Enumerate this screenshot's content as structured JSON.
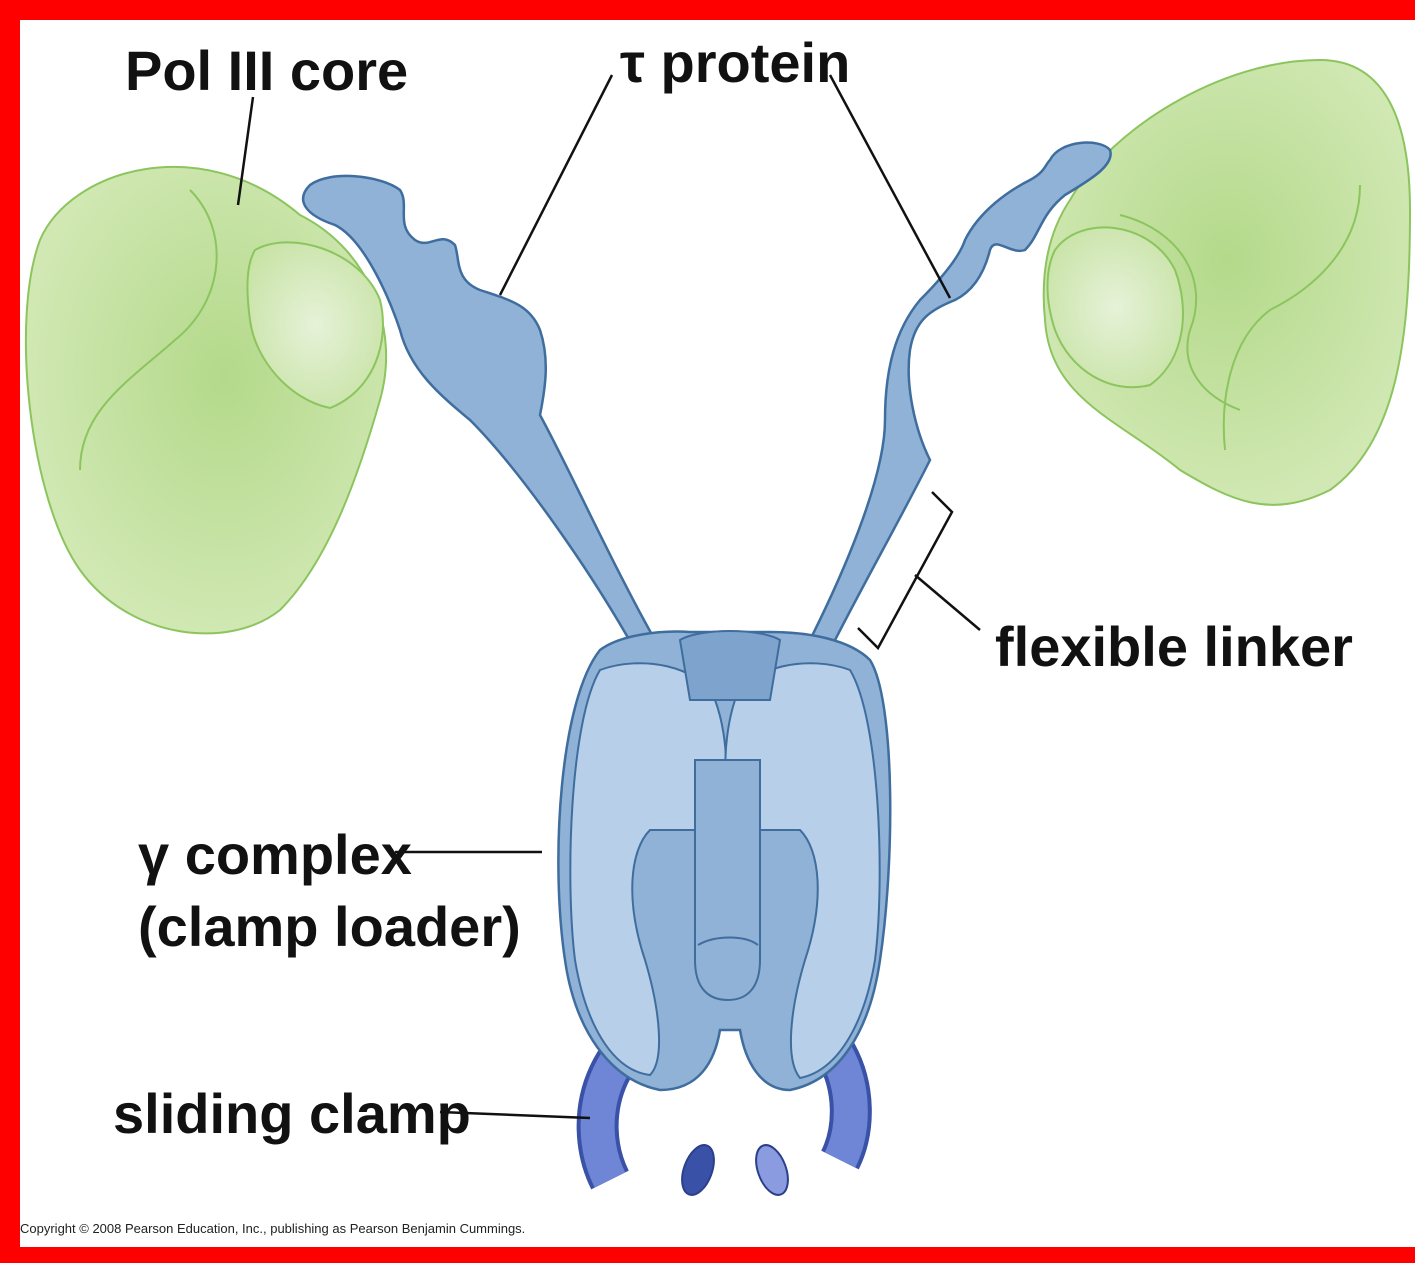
{
  "labels": {
    "pol_iii_core": "Pol III core",
    "tau_protein": "τ protein",
    "flexible_linker": "flexible linker",
    "gamma_complex_line1": "γ complex",
    "gamma_complex_line2": "(clamp loader)",
    "sliding_clamp": "sliding clamp"
  },
  "copyright": "Copyright © 2008 Pearson Education, Inc., publishing as Pearson Benjamin Cummings.",
  "colors": {
    "frame": "#ff0000",
    "pol_core_fill": "#cde6a8",
    "pol_core_stroke": "#8cc45e",
    "tau_fill": "#8fb2d6",
    "tau_stroke": "#3f6d9e",
    "clamp_loader_fill": "#a9c4e2",
    "sliding_clamp_fill": "#5a72c8"
  }
}
